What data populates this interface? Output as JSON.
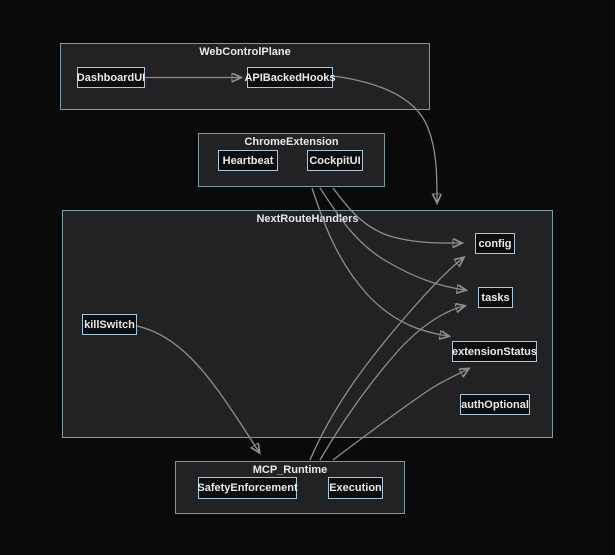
{
  "diagram": {
    "type": "flowchart",
    "clusters": [
      {
        "id": "WebControlPlane",
        "label": "WebControlPlane"
      },
      {
        "id": "ChromeExtension",
        "label": "ChromeExtension"
      },
      {
        "id": "NextRouteHandlers",
        "label": "NextRouteHandlers"
      },
      {
        "id": "MCP_Runtime",
        "label": "MCP_Runtime"
      }
    ],
    "nodes": [
      {
        "id": "DashboardUI",
        "label": "DashboardUI",
        "cluster": "WebControlPlane"
      },
      {
        "id": "APIBackedHooks",
        "label": "APIBackedHooks",
        "cluster": "WebControlPlane"
      },
      {
        "id": "Heartbeat",
        "label": "Heartbeat",
        "cluster": "ChromeExtension"
      },
      {
        "id": "CockpitUI",
        "label": "CockpitUI",
        "cluster": "ChromeExtension"
      },
      {
        "id": "killSwitch",
        "label": "killSwitch",
        "cluster": "NextRouteHandlers"
      },
      {
        "id": "config",
        "label": "config",
        "cluster": "NextRouteHandlers"
      },
      {
        "id": "tasks",
        "label": "tasks",
        "cluster": "NextRouteHandlers"
      },
      {
        "id": "extensionStatus",
        "label": "extensionStatus",
        "cluster": "NextRouteHandlers"
      },
      {
        "id": "authOptional",
        "label": "authOptional",
        "cluster": "NextRouteHandlers"
      },
      {
        "id": "SafetyEnforcement",
        "label": "SafetyEnforcement",
        "cluster": "MCP_Runtime"
      },
      {
        "id": "Execution",
        "label": "Execution",
        "cluster": "MCP_Runtime"
      }
    ],
    "edges": [
      {
        "from": "DashboardUI",
        "to": "APIBackedHooks"
      },
      {
        "from": "APIBackedHooks",
        "to": "NextRouteHandlers"
      },
      {
        "from": "ChromeExtension",
        "to": "config"
      },
      {
        "from": "ChromeExtension",
        "to": "tasks"
      },
      {
        "from": "ChromeExtension",
        "to": "extensionStatus"
      },
      {
        "from": "killSwitch",
        "to": "MCP_Runtime"
      },
      {
        "from": "MCP_Runtime",
        "to": "config"
      },
      {
        "from": "MCP_Runtime",
        "to": "tasks"
      },
      {
        "from": "MCP_Runtime",
        "to": "extensionStatus"
      }
    ],
    "colors": {
      "background": "#0a0a0a",
      "cluster_fill": "#222224",
      "cluster_border": "#7f99a3",
      "node_fill": "#0b0d0e",
      "node_border": "#a9c7d8",
      "edge": "#8f8f8f",
      "text": "#e9e9e9"
    }
  }
}
